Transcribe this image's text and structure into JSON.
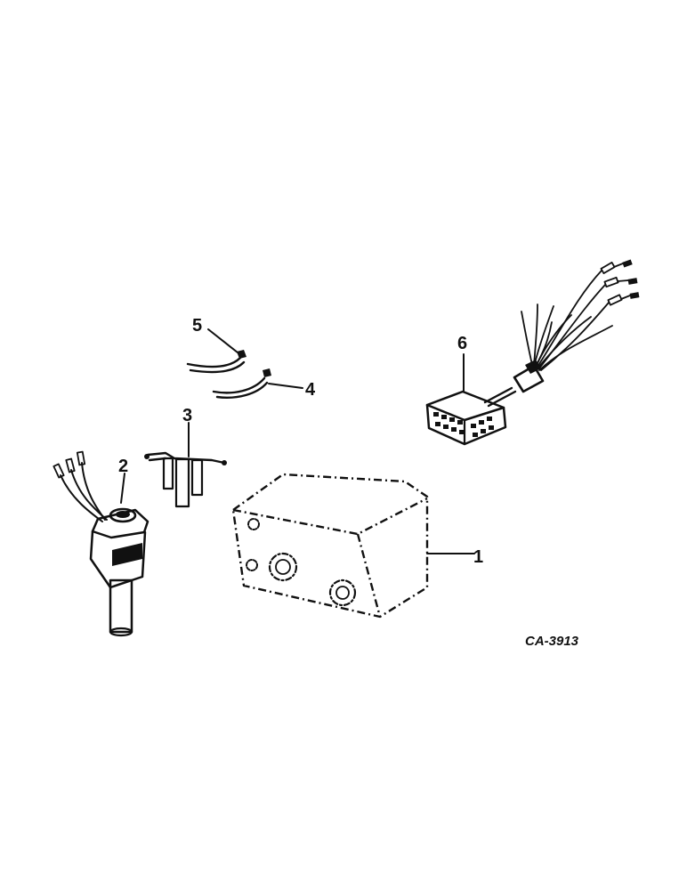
{
  "callouts": [
    "1",
    "2",
    "3",
    "4",
    "5",
    "6"
  ],
  "reference_code": "CA-3913",
  "parts": {
    "1": "control-box",
    "2": "switch",
    "3": "terminal-strip",
    "4": "wire",
    "5": "wire",
    "6": "connector-harness"
  }
}
